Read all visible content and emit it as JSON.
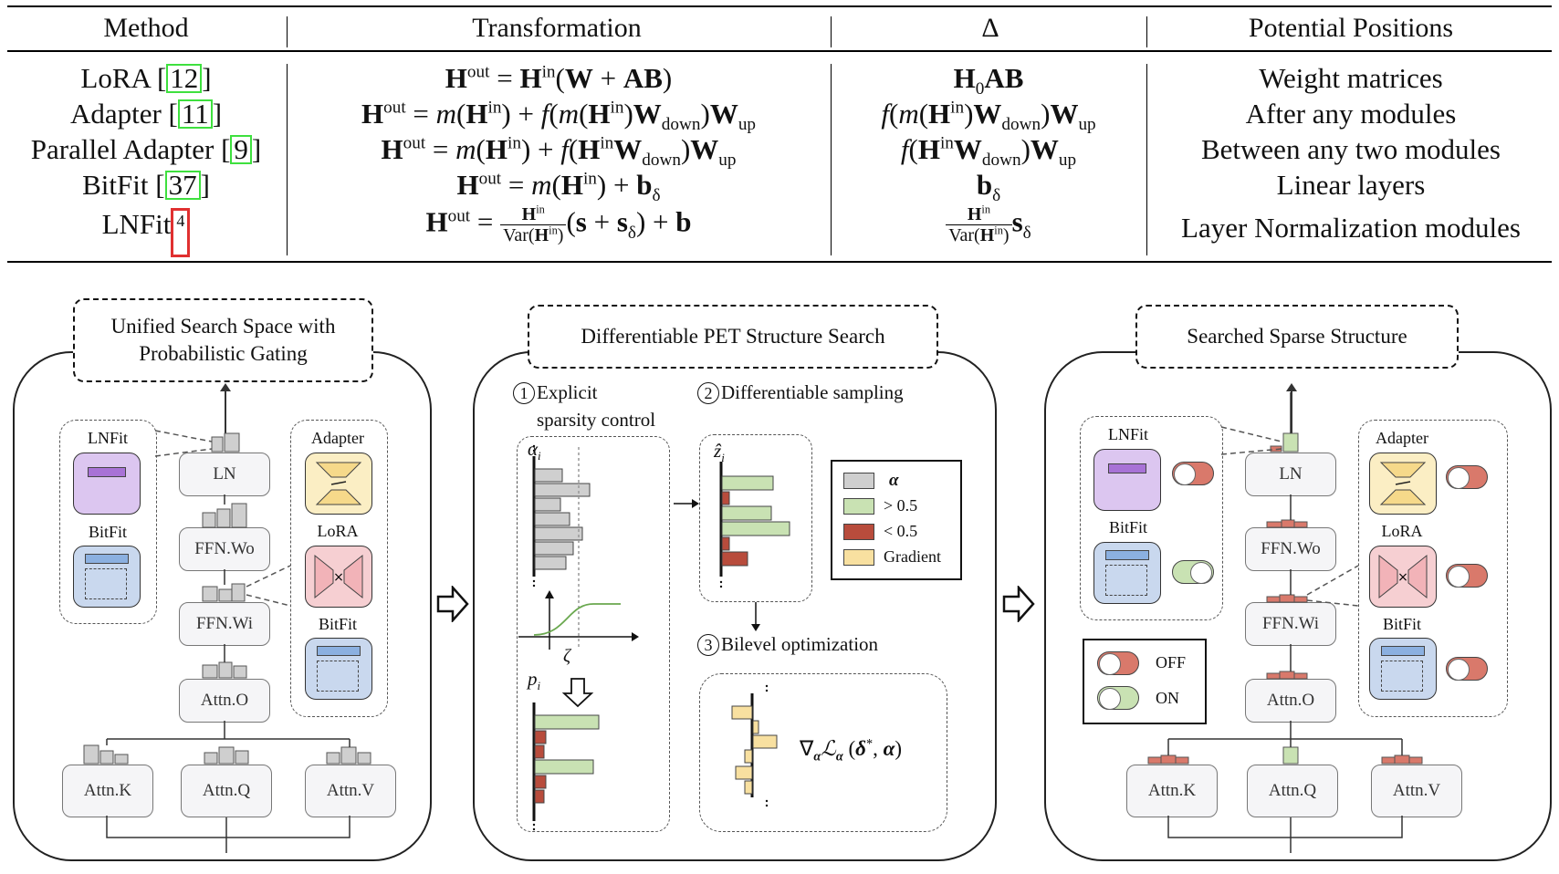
{
  "table": {
    "headers": [
      "Method",
      "Transformation",
      "Δ",
      "Potential Positions"
    ],
    "rows": [
      {
        "method": "LoRA",
        "cite": "12",
        "position": "Weight matrices"
      },
      {
        "method": "Adapter",
        "cite": "11",
        "position": "After any modules"
      },
      {
        "method": "Parallel Adapter",
        "cite": "9",
        "position": "Between any two modules"
      },
      {
        "method": "BitFit",
        "cite": "37",
        "position": "Linear layers"
      },
      {
        "method": "LNFit",
        "cite": "4",
        "position": "Layer Normalization modules"
      }
    ]
  },
  "diagram": {
    "left_title": "Unified Search Space with Probabilistic Gating",
    "middle_title": "Differentiable PET Structure Search",
    "right_title": "Searched Sparse Structure",
    "modules": {
      "ln": "LN",
      "ffn_wo": "FFN.Wo",
      "ffn_wi": "FFN.Wi",
      "attn_o": "Attn.O",
      "attn_k": "Attn.K",
      "attn_q": "Attn.Q",
      "attn_v": "Attn.V"
    },
    "pet_labels": {
      "lnfit": "LNFit",
      "bitfit": "BitFit",
      "adapter": "Adapter",
      "lora": "LoRA"
    },
    "steps": {
      "s1_num": "1",
      "s1_line1": "Explicit",
      "s1_line2": "sparsity control",
      "s2_num": "2",
      "s2_text": "Differentiable sampling",
      "s3_num": "3",
      "s3_text": "Bilevel optimization"
    },
    "axis_labels": {
      "alpha": "α",
      "zhat": "ẑ",
      "p": "p",
      "sub_i": "i",
      "zeta": "ζ"
    },
    "legend": [
      {
        "label": "α",
        "color": "#cfcfcf"
      },
      {
        "label": "> 0.5",
        "color": "#c9e2b3"
      },
      {
        "label": "< 0.5",
        "color": "#b84c3c"
      },
      {
        "label": "Gradient",
        "color": "#f8e0a0"
      }
    ],
    "gradient_formula": "∇",
    "toggle_legend": {
      "off": "OFF",
      "on": "ON"
    },
    "colors": {
      "off": "#d9796b",
      "on": "#c9e2b3",
      "lnfit": "#dcc6f0",
      "bitfit": "#c9d8ee",
      "adapter": "#fbeec4",
      "lora": "#f6cfd2"
    }
  }
}
